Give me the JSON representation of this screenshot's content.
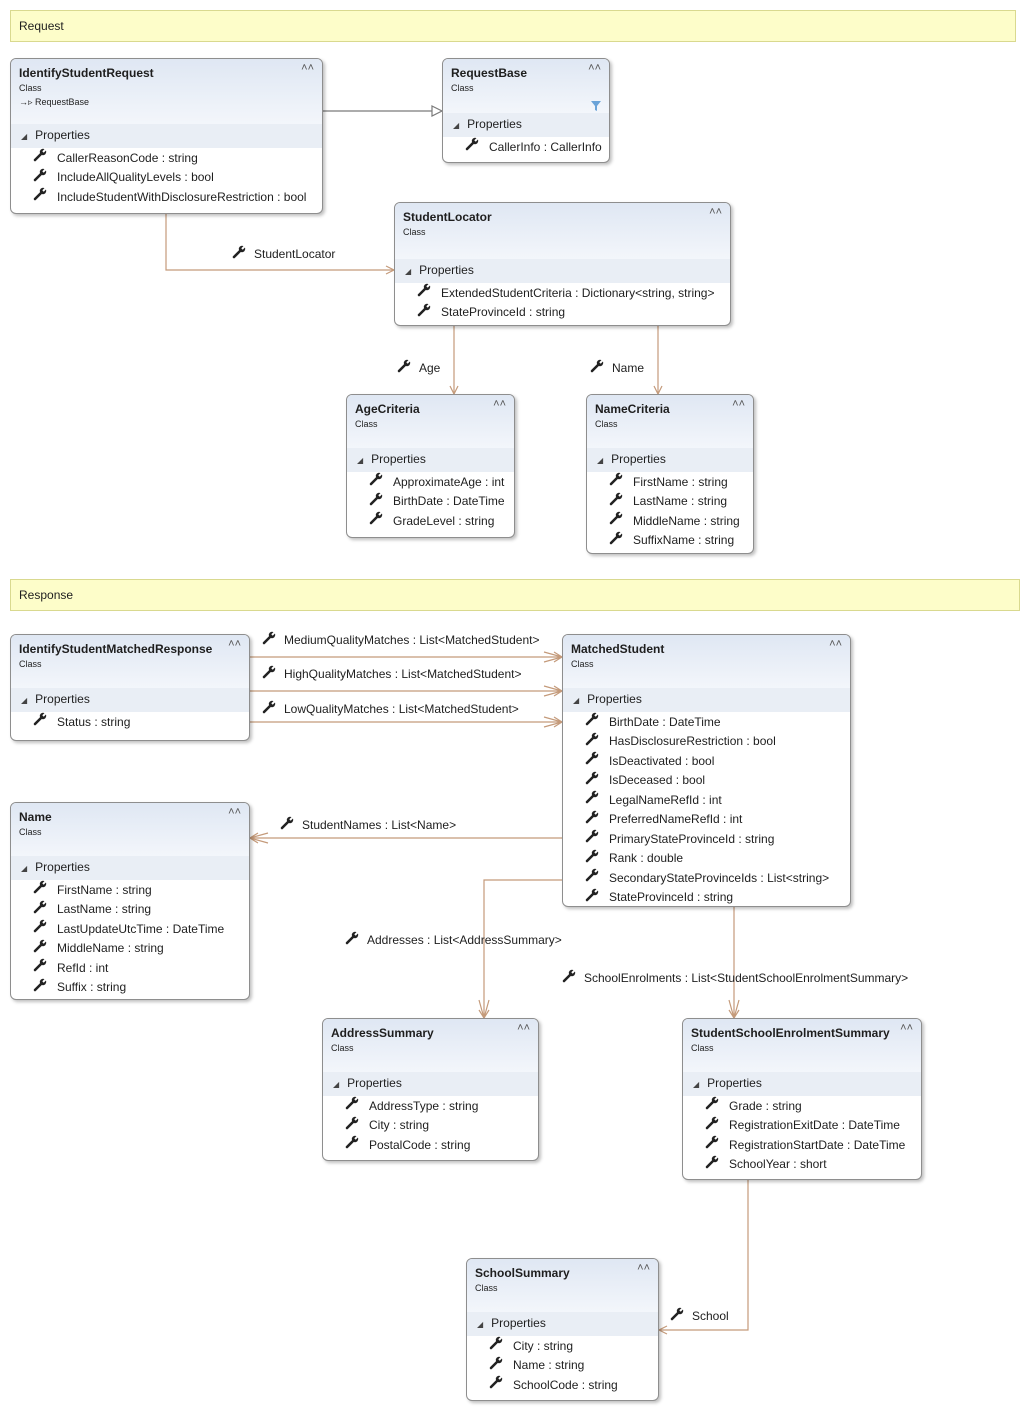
{
  "sections": {
    "request": "Request",
    "response": "Response"
  },
  "colors": {
    "section_bg": "#fdfdc9",
    "connector": "#c49a7a",
    "inheritance": "#7a7a7a",
    "header_bg": "#dfe7f3"
  },
  "classes": [
    {
      "name": "IdentifyStudentRequest",
      "type": "Class",
      "base": "RequestBase",
      "group": "Properties",
      "props": [
        "CallerReasonCode : string",
        "IncludeAllQualityLevels : bool",
        "IncludeStudentWithDisclosureRestriction : bool"
      ]
    },
    {
      "name": "RequestBase",
      "type": "Class",
      "filter": true,
      "group": "Properties",
      "props": [
        "CallerInfo : CallerInfo"
      ]
    },
    {
      "name": "StudentLocator",
      "type": "Class",
      "group": "Properties",
      "props": [
        "ExtendedStudentCriteria : Dictionary<string, string>",
        "StateProvinceId : string"
      ]
    },
    {
      "name": "AgeCriteria",
      "type": "Class",
      "group": "Properties",
      "props": [
        "ApproximateAge : int",
        "BirthDate : DateTime",
        "GradeLevel : string"
      ]
    },
    {
      "name": "NameCriteria",
      "type": "Class",
      "group": "Properties",
      "props": [
        "FirstName : string",
        "LastName : string",
        "MiddleName : string",
        "SuffixName : string"
      ]
    },
    {
      "name": "IdentifyStudentMatchedResponse",
      "type": "Class",
      "group": "Properties",
      "props": [
        "Status : string"
      ]
    },
    {
      "name": "MatchedStudent",
      "type": "Class",
      "group": "Properties",
      "props": [
        "BirthDate : DateTime",
        "HasDisclosureRestriction : bool",
        "IsDeactivated : bool",
        "IsDeceased : bool",
        "LegalNameRefId : int",
        "PreferredNameRefId : int",
        "PrimaryStateProvinceId : string",
        "Rank : double",
        "SecondaryStateProvinceIds : List<string>",
        "StateProvinceId : string"
      ]
    },
    {
      "name": "Name",
      "type": "Class",
      "group": "Properties",
      "props": [
        "FirstName : string",
        "LastName : string",
        "LastUpdateUtcTime : DateTime",
        "MiddleName : string",
        "RefId : int",
        "Suffix : string"
      ]
    },
    {
      "name": "AddressSummary",
      "type": "Class",
      "group": "Properties",
      "props": [
        "AddressType : string",
        "City : string",
        "PostalCode : string"
      ]
    },
    {
      "name": "StudentSchoolEnrolmentSummary",
      "type": "Class",
      "group": "Properties",
      "props": [
        "Grade : string",
        "RegistrationExitDate : DateTime",
        "RegistrationStartDate : DateTime",
        "SchoolYear : short"
      ]
    },
    {
      "name": "SchoolSummary",
      "type": "Class",
      "group": "Properties",
      "props": [
        "City : string",
        "Name : string",
        "SchoolCode : string"
      ]
    }
  ],
  "associations": [
    "StudentLocator",
    "Age",
    "Name",
    "MediumQualityMatches : List<MatchedStudent>",
    "HighQualityMatches : List<MatchedStudent>",
    "LowQualityMatches : List<MatchedStudent>",
    "StudentNames : List<Name>",
    "Addresses : List<AddressSummary>",
    "SchoolEnrolments : List<StudentSchoolEnrolmentSummary>",
    "School"
  ]
}
